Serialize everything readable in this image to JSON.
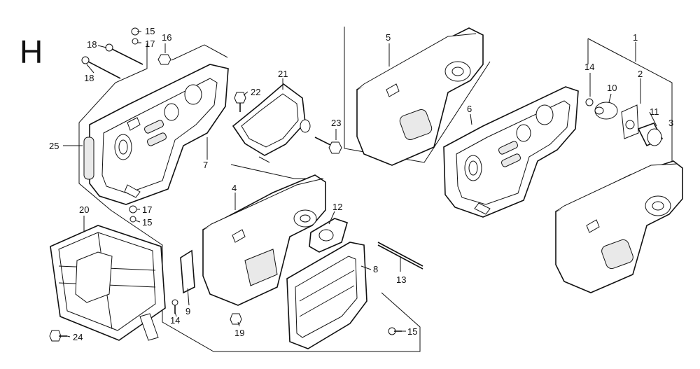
{
  "section_letter": "H",
  "callouts": {
    "c1": "1",
    "c2": "2",
    "c3": "3",
    "c4": "4",
    "c5": "5",
    "c6": "6",
    "c7": "7",
    "c8": "8",
    "c9": "9",
    "c10": "10",
    "c11": "11",
    "c12": "12",
    "c13": "13",
    "c14a": "14",
    "c14b": "14",
    "c15a": "15",
    "c15b": "15",
    "c15c": "15",
    "c16": "16",
    "c17a": "17",
    "c17b": "17",
    "c18a": "18",
    "c18b": "18",
    "c19": "19",
    "c20": "20",
    "c21": "21",
    "c22": "22",
    "c23": "23",
    "c24": "24",
    "c25": "25"
  }
}
